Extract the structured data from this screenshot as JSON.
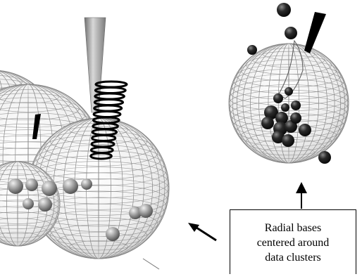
{
  "caption": {
    "lines": [
      "Radial bases",
      "centered around",
      "data clusters"
    ]
  },
  "colors": {
    "mesh": "#8a8a8a",
    "sphere_fill": "#f2f2f2",
    "ball": "#1e1e1e",
    "grey_ball": "#9a9a9a",
    "cone": "#a8a8a8",
    "spring": "#000000",
    "arrow": "#000000"
  },
  "icons": {
    "left_panel": "zoomed-radial-basis-spheres",
    "right_panel": "radial-basis-sphere-with-data-clusters",
    "pointer": "pointer-arrow-icon",
    "up_pointer": "up-arrow-icon"
  }
}
